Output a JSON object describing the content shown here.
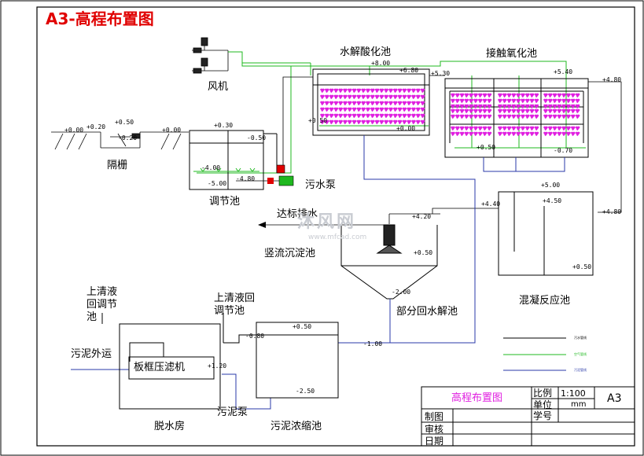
{
  "drawing_title": "A3-高程布置图",
  "units": {
    "blower": "风机",
    "screen": "隔栅",
    "equalization": "调节池",
    "sewage_pump": "污水泵",
    "hydrolysis": "水解酸化池",
    "contact_oxidation": "接触氧化池",
    "effluent": "达标排水",
    "sedimentation": "竖流沉淀池",
    "coagulation": "混凝反应池",
    "partial_return": "部分回水解池",
    "supernatant_return_1": "上清液回调节池",
    "supernatant_return_2": "上清液回调节池",
    "sludge_outbound": "污泥外运",
    "filter_press": "板框压滤机",
    "sludge_pump": "污泥泵",
    "dewatering_room": "脱水房",
    "sludge_thickener": "污泥浓缩池"
  },
  "elevations": {
    "ground_1": "+0.00",
    "screen_top": "+0.50",
    "screen_in": "+0.20",
    "screen_low": "-0.20",
    "ground_2": "+0.00",
    "eq_top": "+0.30",
    "eq_water": "-0.50",
    "eq_low": "-4.00",
    "eq_bottom": "-5.00",
    "pump": "-4.80",
    "hyd_top": "+8.00",
    "hyd_water": "+6.80",
    "hyd_inlet": "+5.30",
    "hyd_low": "+0.50",
    "hyd_bottom": "+0.00",
    "co_top": "+5.40",
    "co_low": "+0.50",
    "co_bottom": "-0.70",
    "co_out": "+4.80",
    "coag_top": "+5.00",
    "coag_water": "+4.50",
    "coag_in": "+4.40",
    "coag_out": "+4.80",
    "coag_bottom": "+0.50",
    "sed_top": "+4.20",
    "sed_mid": "+0.50",
    "sed_bottom": "-2.00",
    "thick_top": "+0.50",
    "thick_in": "-0.80",
    "thick_mid": "-1.00",
    "thick_bottom": "-2.50",
    "press": "+1.20"
  },
  "legend": {
    "line1": "污水管线",
    "line2": "空气管线",
    "line3": "污泥管线",
    "colors": {
      "sewage": "#000000",
      "air": "#1fb81f",
      "sludge": "#2a3aa8"
    }
  },
  "title_block": {
    "drawing_name": "高程布置图",
    "scale_label": "比例",
    "scale_value": "1:100",
    "unit_label": "单位",
    "unit_value": "mm",
    "student_id_label": "学号",
    "sheet": "A3",
    "drawn_by": "制图",
    "checked_by": "审核",
    "date": "日期"
  },
  "watermark": {
    "text": "沐风网",
    "url": "www.mfcad.com"
  },
  "accent_colors": {
    "title": "#e00000",
    "media": "#e020e0",
    "pipe_blue": "#2a3aa8",
    "air_green": "#1fb81f"
  }
}
